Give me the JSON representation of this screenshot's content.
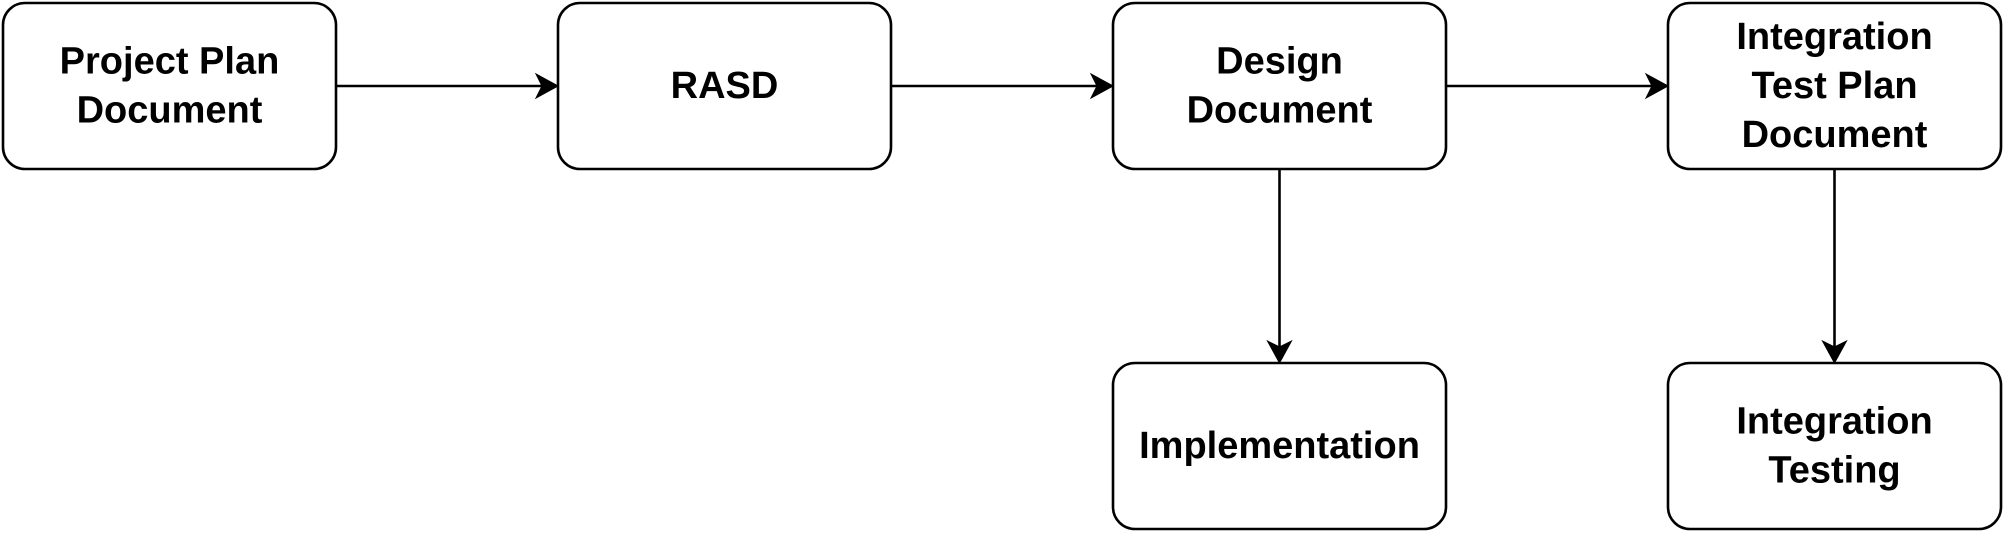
{
  "diagram": {
    "nodes": [
      {
        "id": "project-plan-document",
        "lines": [
          "Project Plan",
          "Document"
        ]
      },
      {
        "id": "rasd",
        "lines": [
          "RASD"
        ]
      },
      {
        "id": "design-document",
        "lines": [
          "Design",
          "Document"
        ]
      },
      {
        "id": "integration-test-plan-document",
        "lines": [
          "Integration",
          "Test Plan",
          "Document"
        ]
      },
      {
        "id": "implementation",
        "lines": [
          "Implementation"
        ]
      },
      {
        "id": "integration-testing",
        "lines": [
          "Integration",
          "Testing"
        ]
      }
    ],
    "edges": [
      {
        "from": "project-plan-document",
        "to": "rasd"
      },
      {
        "from": "rasd",
        "to": "design-document"
      },
      {
        "from": "design-document",
        "to": "integration-test-plan-document"
      },
      {
        "from": "design-document",
        "to": "implementation"
      },
      {
        "from": "integration-test-plan-document",
        "to": "integration-testing"
      }
    ],
    "colors": {
      "stroke": "#000000",
      "fill": "#ffffff",
      "text": "#000000"
    }
  }
}
